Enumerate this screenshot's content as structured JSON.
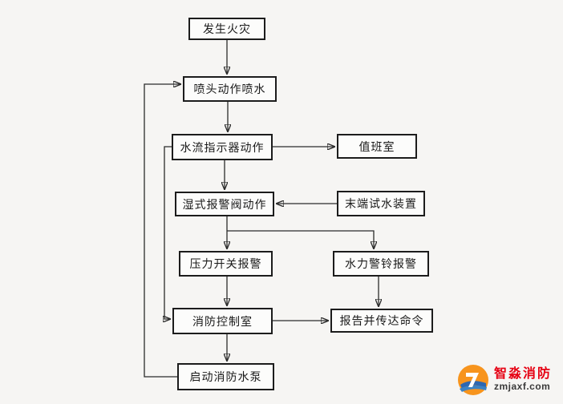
{
  "diagram": {
    "title_hint": "wet-sprinkler-fire-alarm-flowchart",
    "nodes": {
      "fire": {
        "label": "发生火灾"
      },
      "sprinkler": {
        "label": "喷头动作喷水"
      },
      "flow_indicator": {
        "label": "水流指示器动作"
      },
      "duty_room": {
        "label": "值班室"
      },
      "wet_valve": {
        "label": "湿式报警阀动作"
      },
      "end_test": {
        "label": "末端试水装置"
      },
      "pressure_switch": {
        "label": "压力开关报警"
      },
      "hydraulic_bell": {
        "label": "水力警铃报警"
      },
      "control_room": {
        "label": "消防控制室"
      },
      "report": {
        "label": "报告并传达命令"
      },
      "start_pump": {
        "label": "启动消防水泵"
      }
    }
  },
  "watermark": {
    "brand": "智淼消防",
    "site": "zmjaxf.com"
  },
  "colors": {
    "brand_red": "#e60012",
    "logo_orange": "#f7941d",
    "logo_blue": "#2d67b1",
    "line": "#2b2b2b",
    "background": "#f6f5f3"
  }
}
